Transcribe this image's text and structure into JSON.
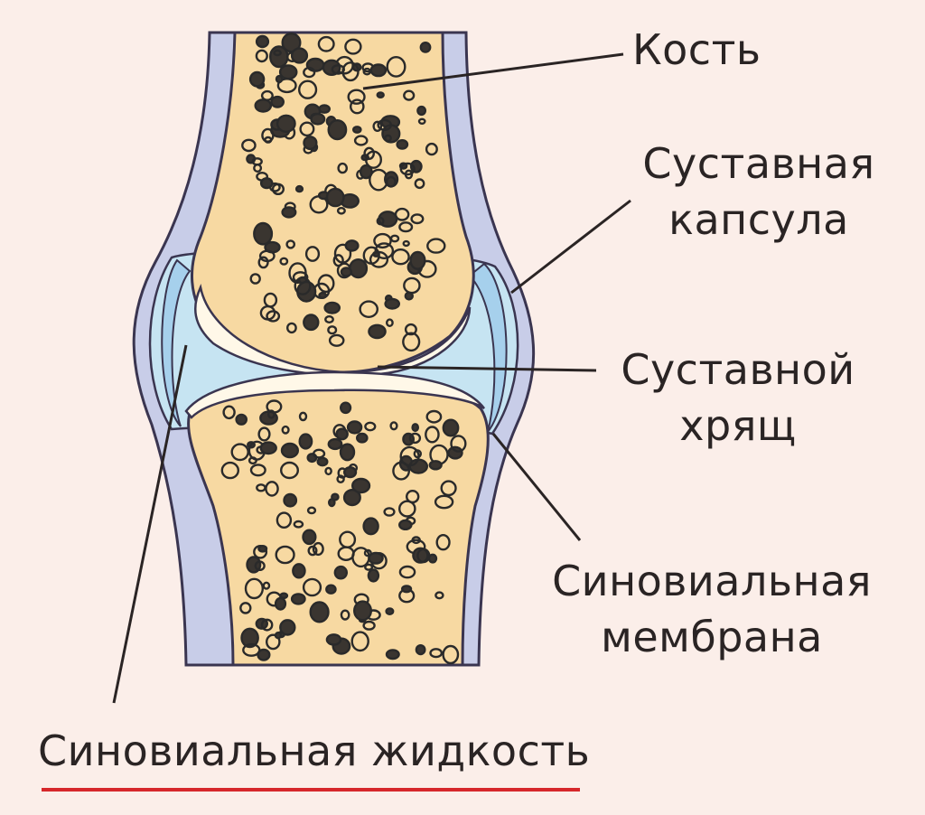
{
  "labels": {
    "bone": "Кость",
    "capsule_line1": "Суставная",
    "capsule_line2": "капсула",
    "cartilage_line1": "Суставной",
    "cartilage_line2": "хрящ",
    "membrane_line1": "Синовиальная",
    "membrane_line2": "мембрана",
    "fluid": "Синовиальная жидкость"
  },
  "colors": {
    "background": "#fbeee9",
    "capsule": "#c8cde8",
    "capsule_outline": "#3a3550",
    "synovial_fluid": "#c6e4f2",
    "membrane": "#a6d0ec",
    "bone": "#f7d9a2",
    "cartilage": "#fff8e8",
    "pores": "#2a2a2a",
    "underline": "#d6272b"
  }
}
